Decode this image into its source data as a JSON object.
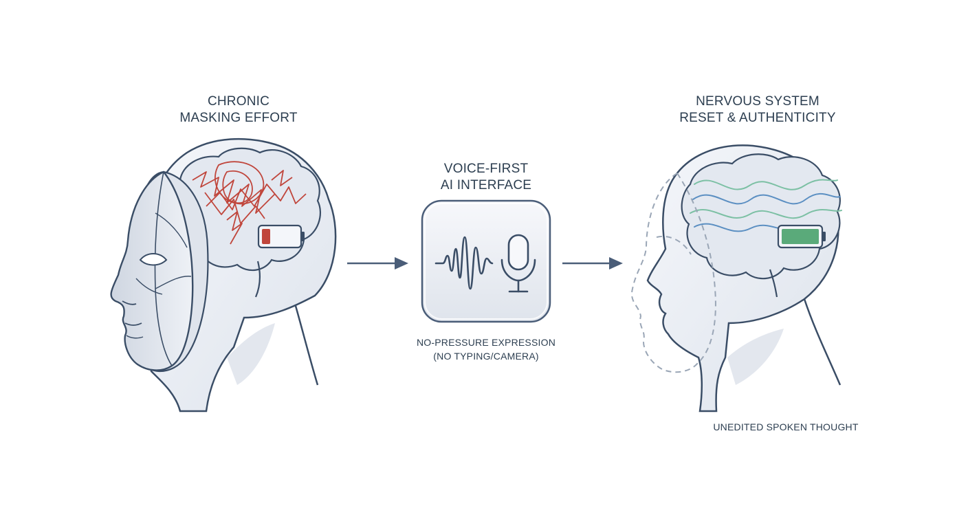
{
  "left_panel": {
    "title_lines": [
      "CHRONIC",
      "MASKING EFFORT"
    ]
  },
  "middle_panel": {
    "title_lines": [
      "VOICE-FIRST",
      "AI INTERFACE"
    ],
    "caption_lines": [
      "NO-PRESSURE EXPRESSION",
      "(NO TYPING/CAMERA)"
    ]
  },
  "right_panel": {
    "title_lines": [
      "NERVOUS SYSTEM",
      "RESET & AUTHENTICITY"
    ],
    "caption": "UNEDITED SPOKEN THOUGHT"
  },
  "colors": {
    "outline": "#3a4d66",
    "head_fill": "#eef1f6",
    "head_shade": "#d7dde7",
    "brain_fill": "#e3e8f0",
    "stress_red": "#c0463c",
    "battery_low": "#c0463c",
    "battery_full": "#5aaa7a",
    "wave_blue": "#5b8fc2",
    "wave_green": "#7cc0a4",
    "arrow": "#4a5d78"
  },
  "icons": [
    "mask-icon",
    "tangled-thoughts-icon",
    "low-battery-icon",
    "waveform-icon",
    "microphone-icon",
    "calm-waves-icon",
    "full-battery-icon",
    "arrow-right-icon"
  ]
}
